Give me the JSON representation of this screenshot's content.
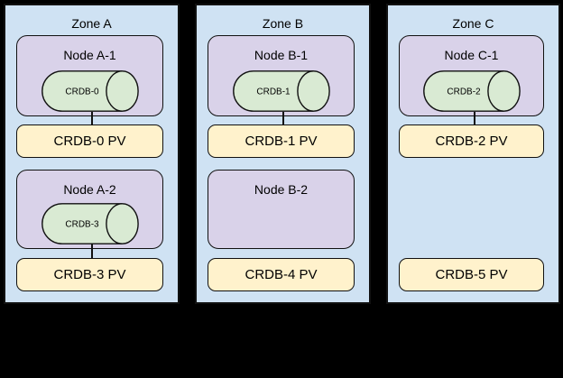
{
  "colors": {
    "background": "#000000",
    "zone_fill": "#cfe2f3",
    "node_fill": "#d9d2e9",
    "pod_fill": "#d9ead3",
    "pv_fill": "#fff2cc",
    "border": "#111111"
  },
  "zones": [
    {
      "label": "Zone A",
      "node1": {
        "label": "Node A-1",
        "pod": "CRDB-0"
      },
      "pv1": {
        "label": "CRDB-0 PV"
      },
      "node2": {
        "label": "Node A-2",
        "pod": "CRDB-3"
      },
      "pv2": {
        "label": "CRDB-3 PV"
      }
    },
    {
      "label": "Zone B",
      "node1": {
        "label": "Node B-1",
        "pod": "CRDB-1"
      },
      "pv1": {
        "label": "CRDB-1 PV"
      },
      "node2": {
        "label": "Node B-2",
        "pod": null
      },
      "pv2": {
        "label": "CRDB-4 PV"
      }
    },
    {
      "label": "Zone C",
      "node1": {
        "label": "Node C-1",
        "pod": "CRDB-2"
      },
      "pv1": {
        "label": "CRDB-2 PV"
      },
      "node2": null,
      "pv2": {
        "label": "CRDB-5 PV"
      }
    }
  ]
}
